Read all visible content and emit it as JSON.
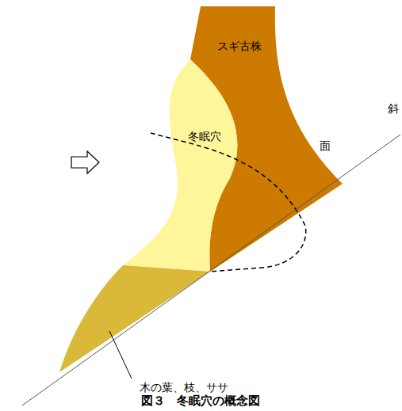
{
  "diagram": {
    "caption": "図３　冬眠穴の概念図",
    "nodes": [
      {
        "text": [
          "スギ古株"
        ]
      },
      {
        "text": [
          "冬眠穴"
        ]
      }
    ],
    "edges": [],
    "labels": [
      "斜",
      "面",
      "木の葉、枝、ササ"
    ]
  }
}
